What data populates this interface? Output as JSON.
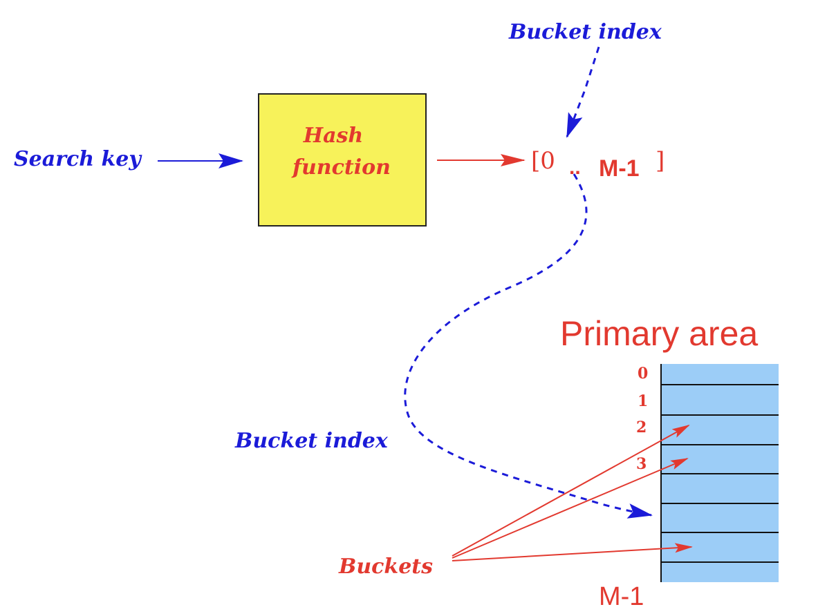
{
  "labels": {
    "search_key": "Search key",
    "hash_function_line1": "Hash",
    "hash_function_line2": "function",
    "bucket_index_top": "Bucket index",
    "range_open": "[0",
    "range_dots": "..",
    "range_end": "M-1",
    "range_close": "]",
    "bucket_index_mid": "Bucket index",
    "primary_area": "Primary area",
    "buckets": "Buckets",
    "bucket_numbers": [
      "0",
      "1",
      "2",
      "3"
    ],
    "last_bucket": "M-1"
  },
  "colors": {
    "blue": "#1b1bd8",
    "red": "#e2392f",
    "hash_box_fill": "#f7f25a",
    "bucket_fill": "#9ccdf7"
  }
}
